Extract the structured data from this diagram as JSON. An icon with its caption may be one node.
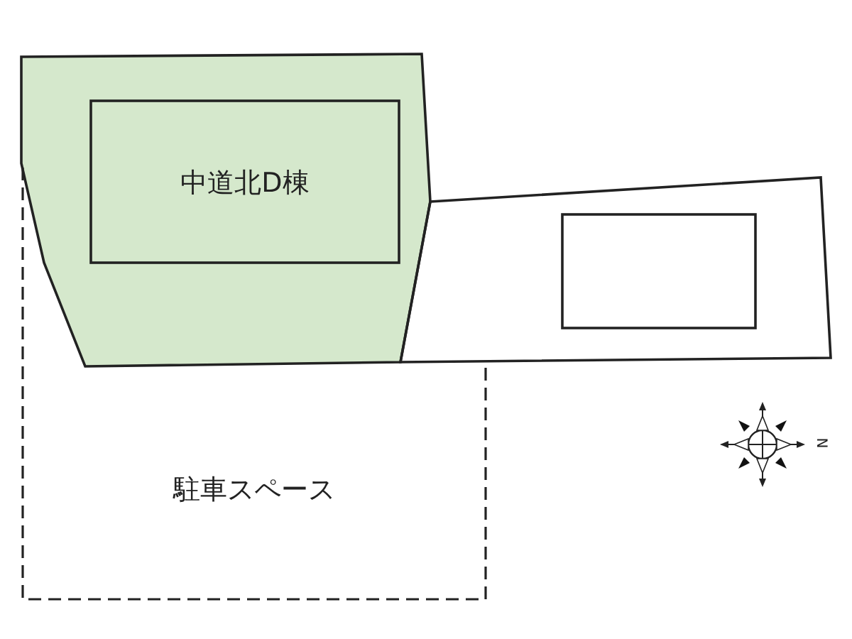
{
  "diagram": {
    "nodes": [
      {
        "text": [],
        "shape": "box"
      },
      {
        "text": [
          "中道北D棟"
        ],
        "in": 0
      },
      {
        "text": [],
        "shape": "box"
      },
      {
        "text": [],
        "shape": "box",
        "in": 2
      },
      {
        "text": [
          "駐車スペース"
        ]
      }
    ],
    "labels": [
      "N"
    ]
  }
}
